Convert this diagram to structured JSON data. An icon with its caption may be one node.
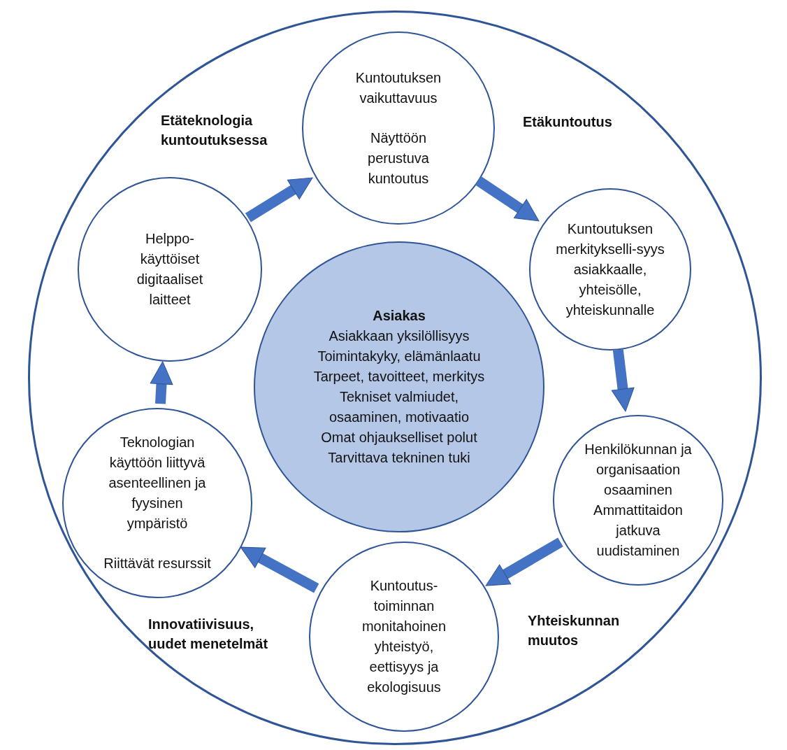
{
  "diagram": {
    "nodes": [
      {
        "text": [],
        "shape": "circle"
      },
      {
        "text": [
          "Asiakas",
          "Asiakkaan yksilöllisyys",
          "Toimintakyky, elämänlaatu",
          "Tarpeet, tavoitteet, merkitys",
          "Tekniset valmiudet, osaaminen, motivaatio",
          "Omat ohjaukselliset polut",
          "Tarvittava tekninen tuki"
        ],
        "in": 0
      },
      {
        "text": [
          "Kuntoutuksen vaikuttavuus",
          "Näyttöön perustuva kuntoutus"
        ],
        "in": 0
      },
      {
        "text": [
          "Kuntoutuksen merkitykselli-syys asiakkaalle, yhteisölle, yhteiskunnalle"
        ],
        "in": 0
      },
      {
        "text": [
          "Henkilökunnan ja organisaation osaaminen",
          "Ammattitaidon jatkuva uudistaminen"
        ],
        "in": 0
      },
      {
        "text": [
          "Kuntoutus-toiminnan monitahoinen yhteistyö, eettisyys ja ekologisuus"
        ],
        "in": 0
      },
      {
        "text": [
          "Teknologian käyttöön liittyvä asenteellinen ja fyysinen ympäristö",
          "Riittävät resurssit"
        ],
        "in": 0
      },
      {
        "text": [
          "Helppo-käyttöiset digitaaliset laitteet"
        ],
        "in": 0
      }
    ],
    "edges": [
      {
        "from": 7,
        "to": 2,
        "arrow": "to"
      },
      {
        "from": 2,
        "to": 3,
        "arrow": "to"
      },
      {
        "from": 3,
        "to": 4,
        "arrow": "to"
      },
      {
        "from": 4,
        "to": 5,
        "arrow": "to"
      },
      {
        "from": 5,
        "to": 6,
        "arrow": "to"
      },
      {
        "from": 6,
        "to": 7,
        "arrow": "to"
      }
    ],
    "labels": [
      "Etäteknologia kuntoutuksessa",
      "Etäkuntoutus",
      "Yhteiskunnan muutos",
      "Innovatiivisuus, uudet menetelmät"
    ]
  }
}
